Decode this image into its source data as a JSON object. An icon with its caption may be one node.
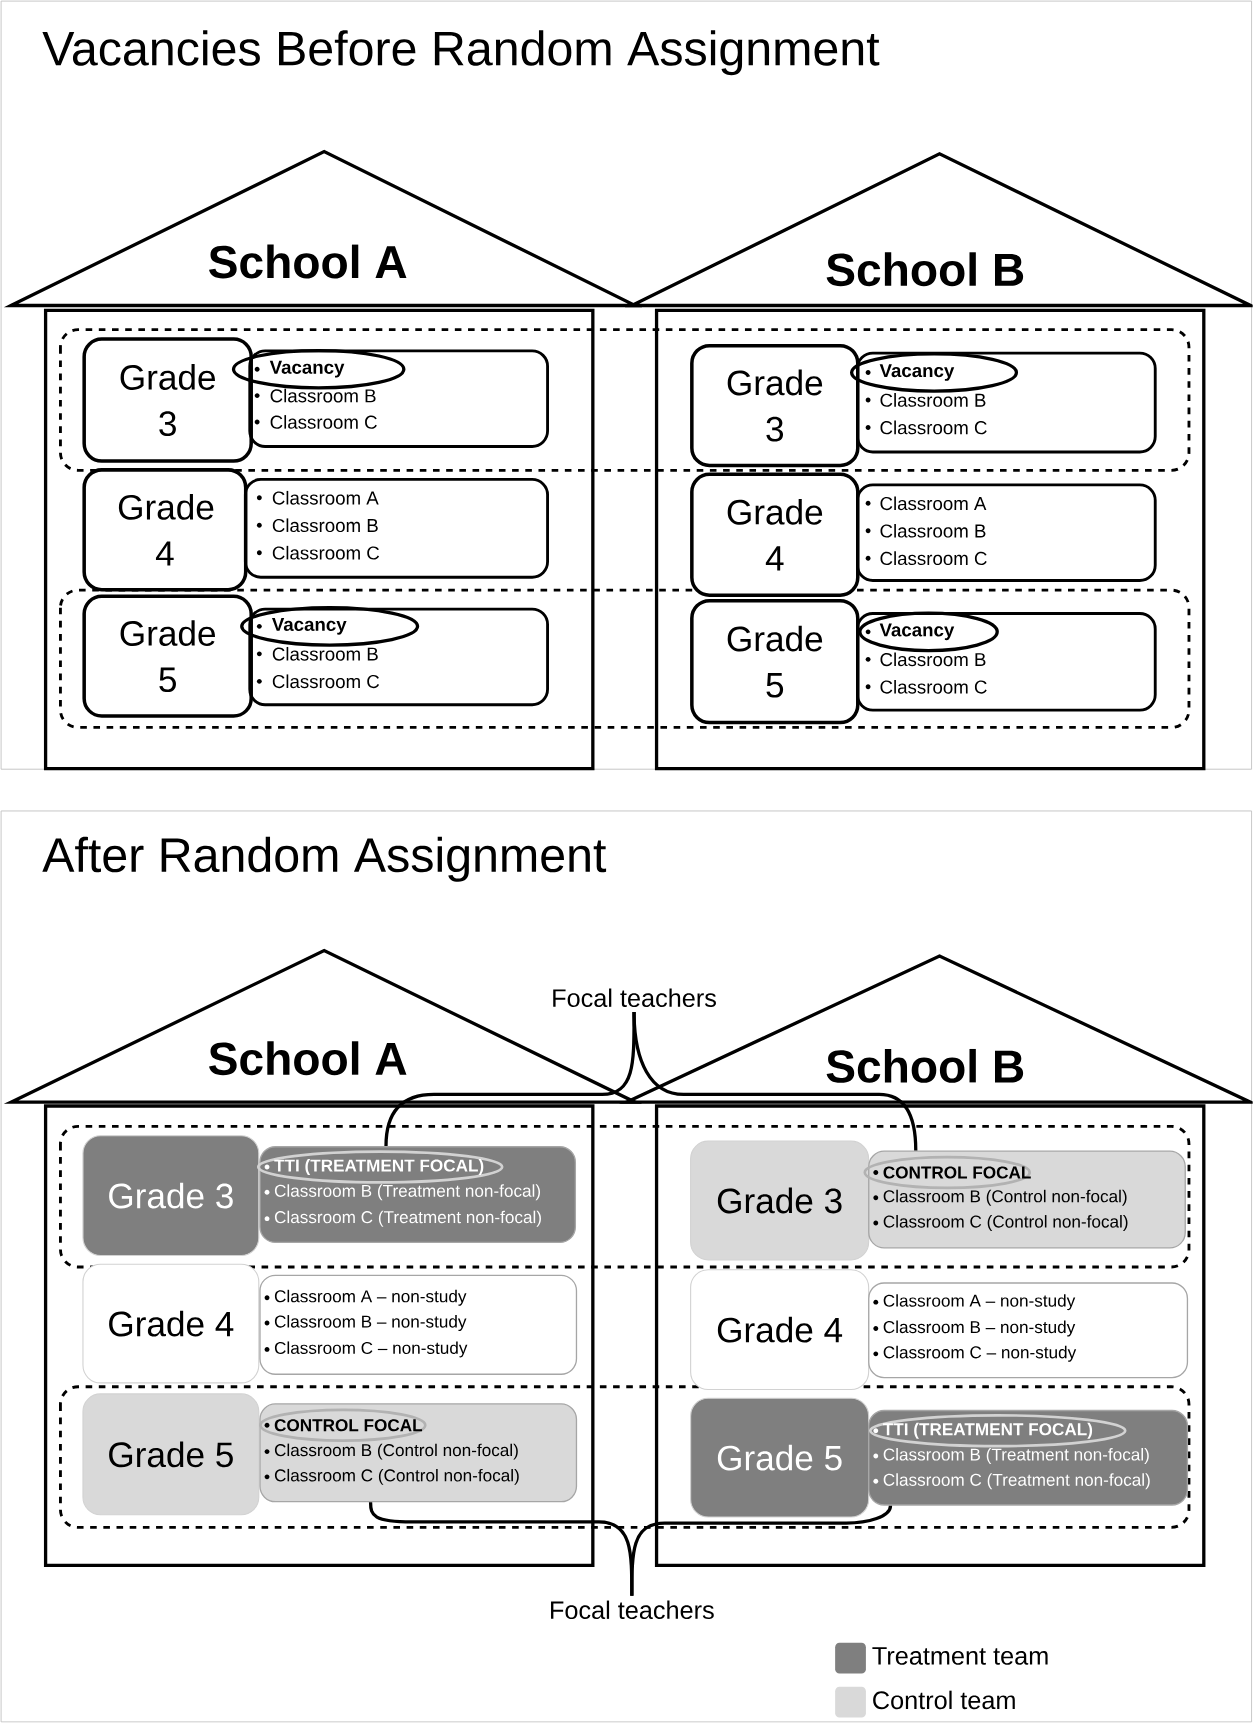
{
  "diagram": {
    "nodes": [
      {
        "text": [
          "School A"
        ]
      },
      {
        "text": [
          "Grade 3"
        ],
        "in": 0
      },
      {
        "text": [
          "Vacancy",
          "Classroom B",
          "Classroom C"
        ],
        "in": 0
      },
      {
        "text": [
          "Grade 4"
        ],
        "in": 0
      },
      {
        "text": [
          "Classroom A",
          "Classroom B",
          "Classroom C"
        ],
        "in": 0
      },
      {
        "text": [
          "Grade 5"
        ],
        "in": 0
      },
      {
        "text": [
          "Vacancy",
          "Classroom B",
          "Classroom C"
        ],
        "in": 0
      },
      {
        "text": [
          "School B"
        ]
      },
      {
        "text": [
          "Grade 3"
        ],
        "in": 7
      },
      {
        "text": [
          "Vacancy",
          "Classroom B",
          "Classroom C"
        ],
        "in": 7
      },
      {
        "text": [
          "Grade 4"
        ],
        "in": 7
      },
      {
        "text": [
          "Classroom A",
          "Classroom B",
          "Classroom C"
        ],
        "in": 7
      },
      {
        "text": [
          "Grade 5"
        ],
        "in": 7
      },
      {
        "text": [
          "Vacancy",
          "Classroom B",
          "Classroom C"
        ],
        "in": 7
      },
      {
        "text": [
          "Focal teachers"
        ]
      },
      {
        "text": [
          "School A"
        ]
      },
      {
        "text": [
          "Grade 3"
        ],
        "in": 15
      },
      {
        "text": [
          "TTI (TREATMENT FOCAL)",
          "Classroom B (Treatment non-focal)",
          "Classroom C (Treatment non-focal)"
        ],
        "in": 15
      },
      {
        "text": [
          "Grade 4"
        ],
        "in": 15
      },
      {
        "text": [
          "Classroom A – non-study",
          "Classroom B – non-study",
          "Classroom C – non-study"
        ],
        "in": 15
      },
      {
        "text": [
          "Grade 5"
        ],
        "in": 15
      },
      {
        "text": [
          "CONTROL FOCAL",
          "Classroom B (Control non-focal)",
          "Classroom C (Control non-focal)"
        ],
        "in": 15
      },
      {
        "text": [
          "School B"
        ]
      },
      {
        "text": [
          "Grade 3"
        ],
        "in": 22
      },
      {
        "text": [
          "CONTROL FOCAL",
          "Classroom B (Control non-focal)",
          "Classroom C (Control non-focal)"
        ],
        "in": 22
      },
      {
        "text": [
          "Grade 4"
        ],
        "in": 22
      },
      {
        "text": [
          "Classroom A – non-study",
          "Classroom B – non-study",
          "Classroom C – non-study"
        ],
        "in": 22
      },
      {
        "text": [
          "Grade 5"
        ],
        "in": 22
      },
      {
        "text": [
          "TTI (TREATMENT FOCAL)",
          "Classroom B (Treatment non-focal)",
          "Classroom C (Treatment non-focal)"
        ],
        "in": 22
      },
      {
        "text": [
          "Focal teachers"
        ]
      }
    ],
    "edges": [
      {
        "from": 14,
        "to": 17,
        "arrow": "none"
      },
      {
        "from": 14,
        "to": 24,
        "arrow": "none"
      },
      {
        "from": 29,
        "to": 21,
        "arrow": "none"
      },
      {
        "from": 29,
        "to": 28,
        "arrow": "none"
      }
    ],
    "labels": [
      "Vacancies Before Random Assignment",
      "After Random Assignment"
    ],
    "legend": [
      {
        "text": "Treatment team",
        "color": "#7f7f7f"
      },
      {
        "text": "Control team",
        "color": "#d9d9d9"
      }
    ]
  }
}
